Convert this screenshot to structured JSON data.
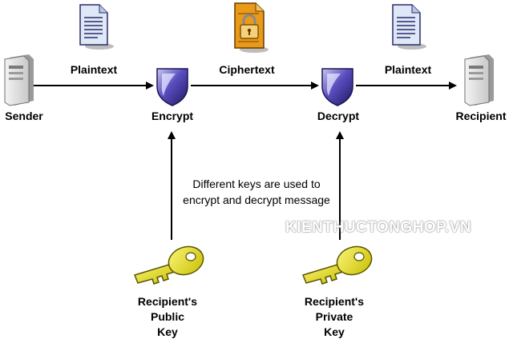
{
  "nodes": {
    "sender": "Sender",
    "encrypt": "Encrypt",
    "decrypt": "Decrypt",
    "recipient": "Recipient"
  },
  "edges": {
    "plaintext_in": "Plaintext",
    "ciphertext": "Ciphertext",
    "plaintext_out": "Plaintext"
  },
  "keys": {
    "public": [
      "Recipient's",
      "Public",
      "Key"
    ],
    "private": [
      "Recipient's",
      "Private",
      "Key"
    ]
  },
  "note": [
    "Different keys are used to",
    "encrypt and decrypt message"
  ],
  "watermark": "KIENTHUCTONGHOP.VN",
  "icons": {
    "computer": "computer-server-icon",
    "document": "document-icon",
    "locked_document": "locked-document-icon",
    "shield": "shield-icon",
    "key": "key-icon"
  },
  "colors": {
    "shield": "#4a3fa0",
    "key": "#e8e000",
    "lock": "#e89a18"
  }
}
